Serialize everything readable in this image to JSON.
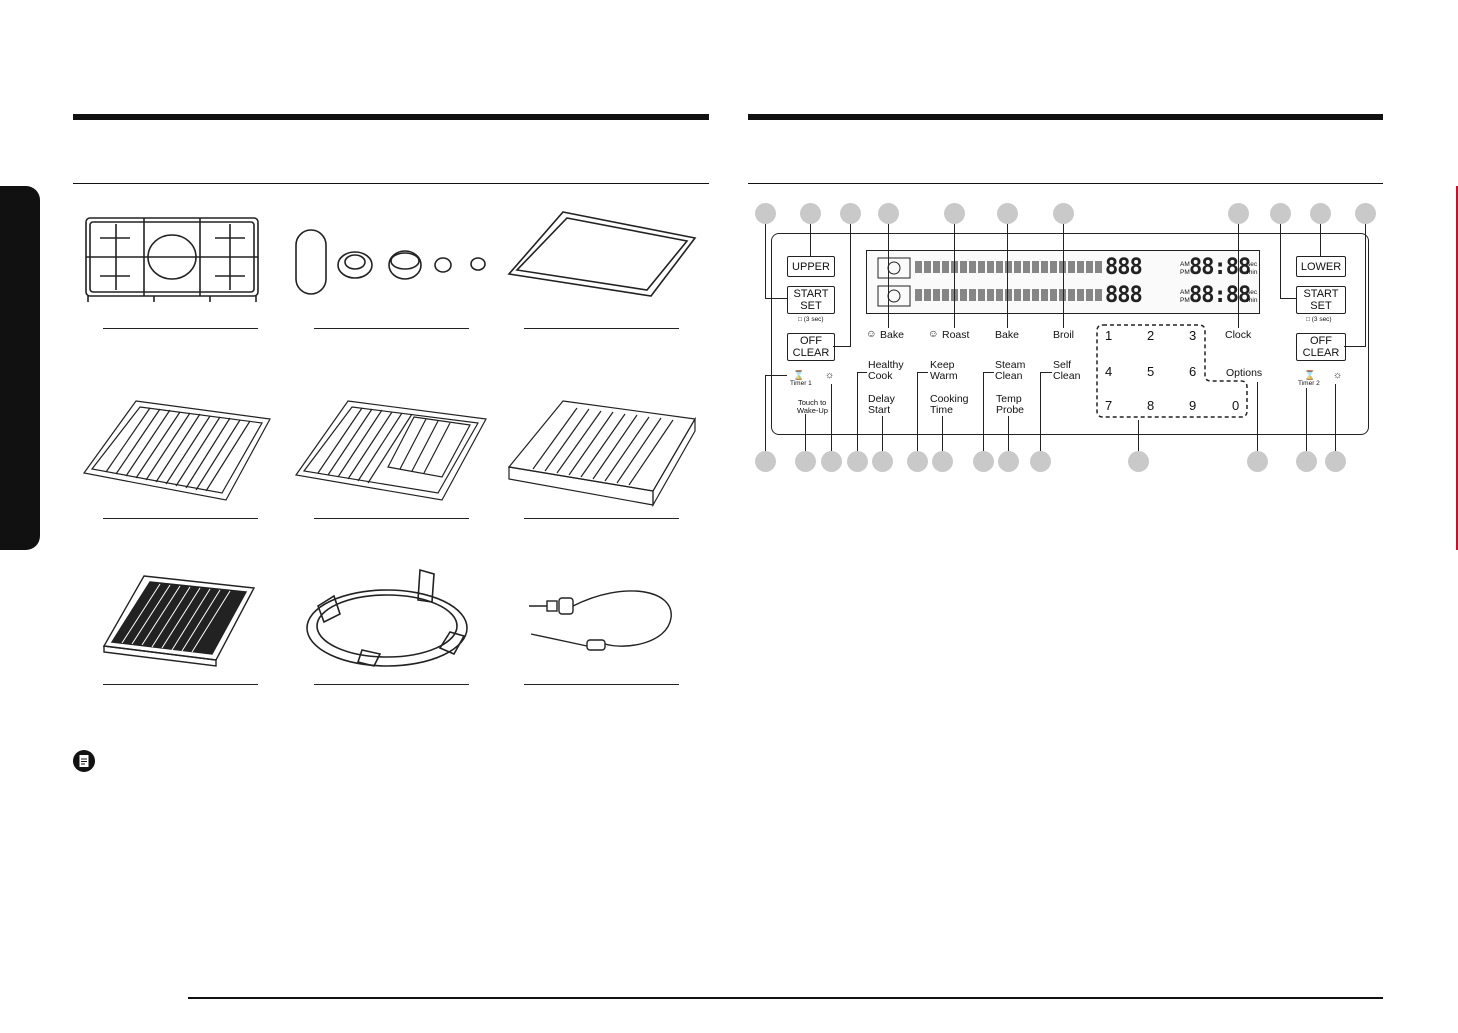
{
  "panel": {
    "buttons": {
      "upper": "UPPER",
      "lower": "LOWER",
      "start_set_line1": "START",
      "start_set_line2": "SET",
      "off_clear_line1": "OFF",
      "off_clear_line2": "CLEAR",
      "lock_hint": "(3 sec)"
    },
    "display": {
      "digits_left": "888",
      "digits_right": "88:88",
      "am": "AM",
      "pm": "PM",
      "sec": "sec",
      "min": "min"
    },
    "labels": {
      "bake_conv": "Bake",
      "roast": "Roast",
      "bake": "Bake",
      "broil": "Broil",
      "clock": "Clock",
      "healthy_cook_1": "Healthy",
      "healthy_cook_2": "Cook",
      "keep_warm_1": "Keep",
      "keep_warm_2": "Warm",
      "steam_clean_1": "Steam",
      "steam_clean_2": "Clean",
      "self_clean_1": "Self",
      "self_clean_2": "Clean",
      "delay_start_1": "Delay",
      "delay_start_2": "Start",
      "cooking_time_1": "Cooking",
      "cooking_time_2": "Time",
      "temp_probe_1": "Temp",
      "temp_probe_2": "Probe",
      "options": "Options",
      "timer1": "Timer 1",
      "timer2": "Timer 2",
      "touch_wake_1": "Touch to",
      "touch_wake_2": "Wake-Up"
    },
    "keypad": [
      "1",
      "2",
      "3",
      "4",
      "5",
      "6",
      "7",
      "8",
      "9",
      "0"
    ]
  }
}
